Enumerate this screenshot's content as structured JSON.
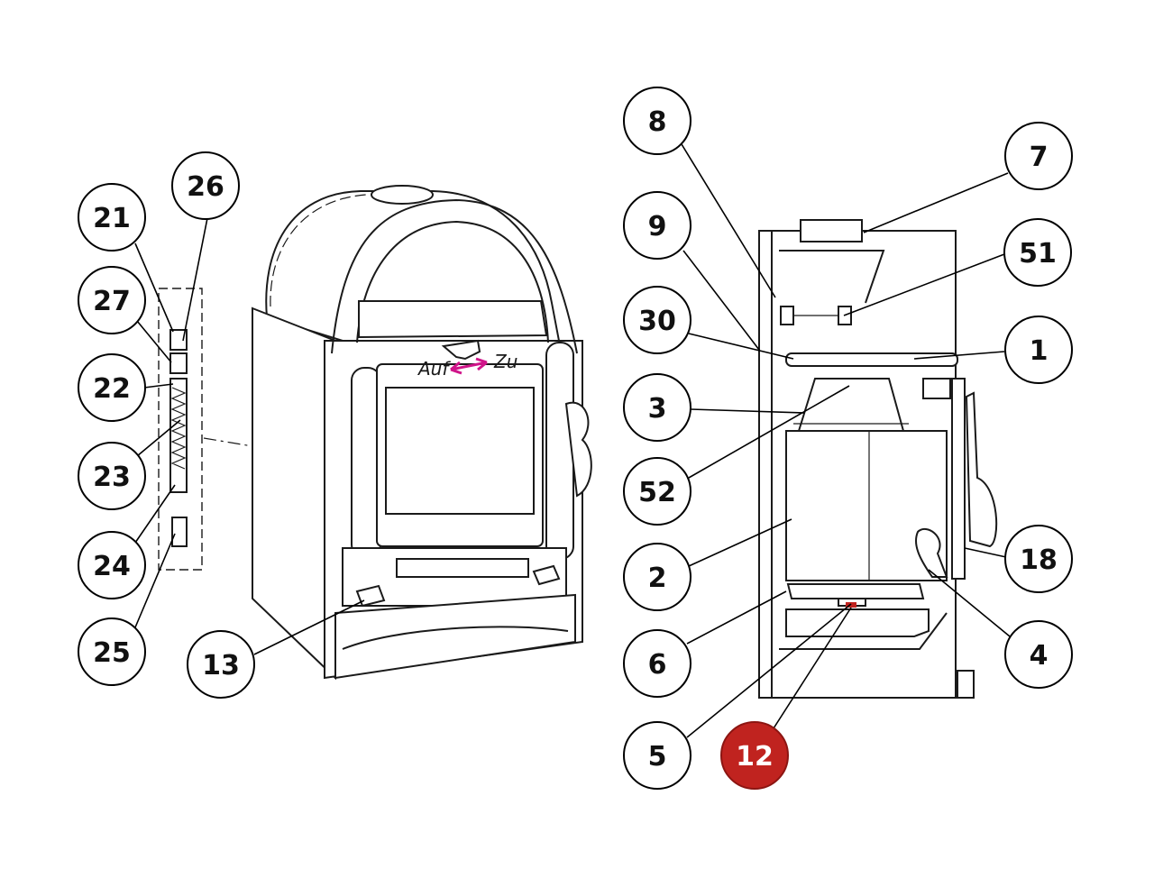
{
  "diagram": {
    "door_labels": {
      "open": "Auf",
      "close": "Zu"
    },
    "colors": {
      "highlight": "#c0231f",
      "arrow": "#d0158a",
      "ink": "#1a1a1a"
    },
    "callouts": [
      {
        "id": "c21",
        "label": "21"
      },
      {
        "id": "c26",
        "label": "26"
      },
      {
        "id": "c27",
        "label": "27"
      },
      {
        "id": "c22",
        "label": "22"
      },
      {
        "id": "c23",
        "label": "23"
      },
      {
        "id": "c24",
        "label": "24"
      },
      {
        "id": "c25",
        "label": "25"
      },
      {
        "id": "c13",
        "label": "13"
      },
      {
        "id": "c8",
        "label": "8"
      },
      {
        "id": "c7",
        "label": "7"
      },
      {
        "id": "c9",
        "label": "9"
      },
      {
        "id": "c51",
        "label": "51"
      },
      {
        "id": "c30",
        "label": "30"
      },
      {
        "id": "c1",
        "label": "1"
      },
      {
        "id": "c3",
        "label": "3"
      },
      {
        "id": "c52",
        "label": "52"
      },
      {
        "id": "c2",
        "label": "2"
      },
      {
        "id": "c18",
        "label": "18"
      },
      {
        "id": "c6",
        "label": "6"
      },
      {
        "id": "c4",
        "label": "4"
      },
      {
        "id": "c5",
        "label": "5"
      },
      {
        "id": "c12",
        "label": "12",
        "highlighted": true
      }
    ]
  }
}
